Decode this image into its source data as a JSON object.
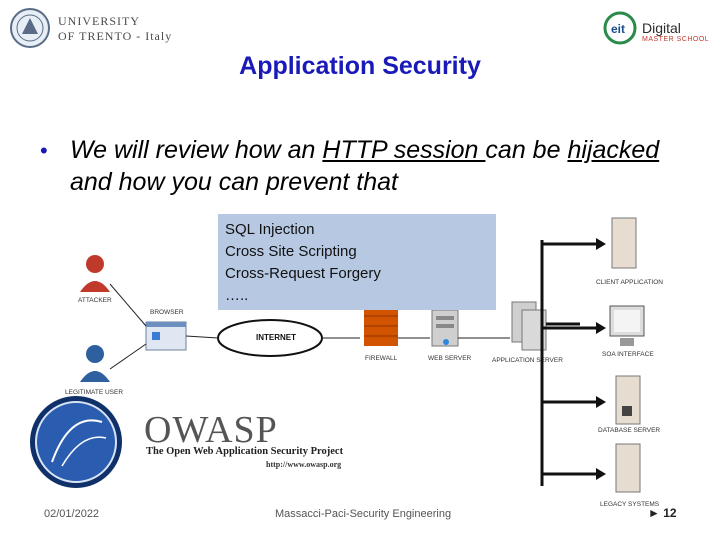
{
  "header": {
    "university_line1": "UNIVERSITY",
    "university_line2": "OF TRENTO - Italy",
    "eit_line1": "Digital",
    "eit_line2": "MASTER SCHOOL"
  },
  "slide": {
    "title": "Application Security",
    "bullet_part1": "We will review how an ",
    "bullet_link1": "HTTP session ",
    "bullet_part2": "can be ",
    "bullet_link2": "hijacked",
    "bullet_part3": " and how you can prevent that"
  },
  "attacks": {
    "item1": "SQL Injection",
    "item2": "Cross Site Scripting",
    "item3": "Cross-Request Forgery",
    "item4": "….."
  },
  "diagram": {
    "attacker": "ATTACKER",
    "browser": "BROWSER",
    "internet": "INTERNET",
    "legit_user": "LEGITIMATE USER",
    "firewall": "FIREWALL",
    "web_server": "WEB SERVER",
    "app_server": "APPLICATION SERVER",
    "client_app": "CLIENT APPLICATION",
    "soa": "SOA INTERFACE",
    "db_server": "DATABASE SERVER",
    "legacy": "LEGACY SYSTEMS"
  },
  "owasp": {
    "word": "OWASP",
    "subtitle": "The Open Web Application Security Project",
    "url": "http://www.owasp.org"
  },
  "footer": {
    "date": "02/01/2022",
    "center": "Massacci-Paci-Security Engineering",
    "page": "12"
  },
  "colors": {
    "title": "#1a1ab8",
    "box": "#b7c9e2",
    "attacker": "#c0392b",
    "user": "#2e5f9e"
  },
  "icons": [
    "university-seal-icon",
    "eit-logo-icon",
    "attacker-icon",
    "user-icon",
    "browser-icon",
    "firewall-icon",
    "server-icon",
    "owasp-logo-icon",
    "play-arrow-icon"
  ]
}
